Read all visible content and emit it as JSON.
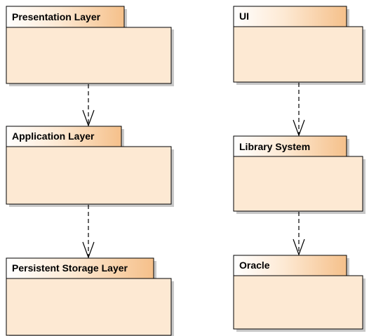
{
  "colors": {
    "package_fill": "#fde9d3",
    "tab_gradient_start": "#ffffff",
    "tab_gradient_end": "#f5c08a",
    "shadow": "#c8c8c8",
    "border": "#000000",
    "dependency": "#000000"
  },
  "packages": {
    "presentation": {
      "label": "Presentation Layer"
    },
    "application": {
      "label": "Application Layer"
    },
    "persistent": {
      "label": "Persistent Storage Layer"
    },
    "ui": {
      "label": "UI"
    },
    "library": {
      "label": "Library System"
    },
    "oracle": {
      "label": "Oracle"
    }
  },
  "dependencies": [
    {
      "from": "Presentation Layer",
      "to": "Application Layer",
      "style": "dashed-open-arrow"
    },
    {
      "from": "Application Layer",
      "to": "Persistent Storage Layer",
      "style": "dashed-open-arrow"
    },
    {
      "from": "UI",
      "to": "Library System",
      "style": "dashed-open-arrow"
    },
    {
      "from": "Library System",
      "to": "Oracle",
      "style": "dashed-open-arrow"
    }
  ]
}
